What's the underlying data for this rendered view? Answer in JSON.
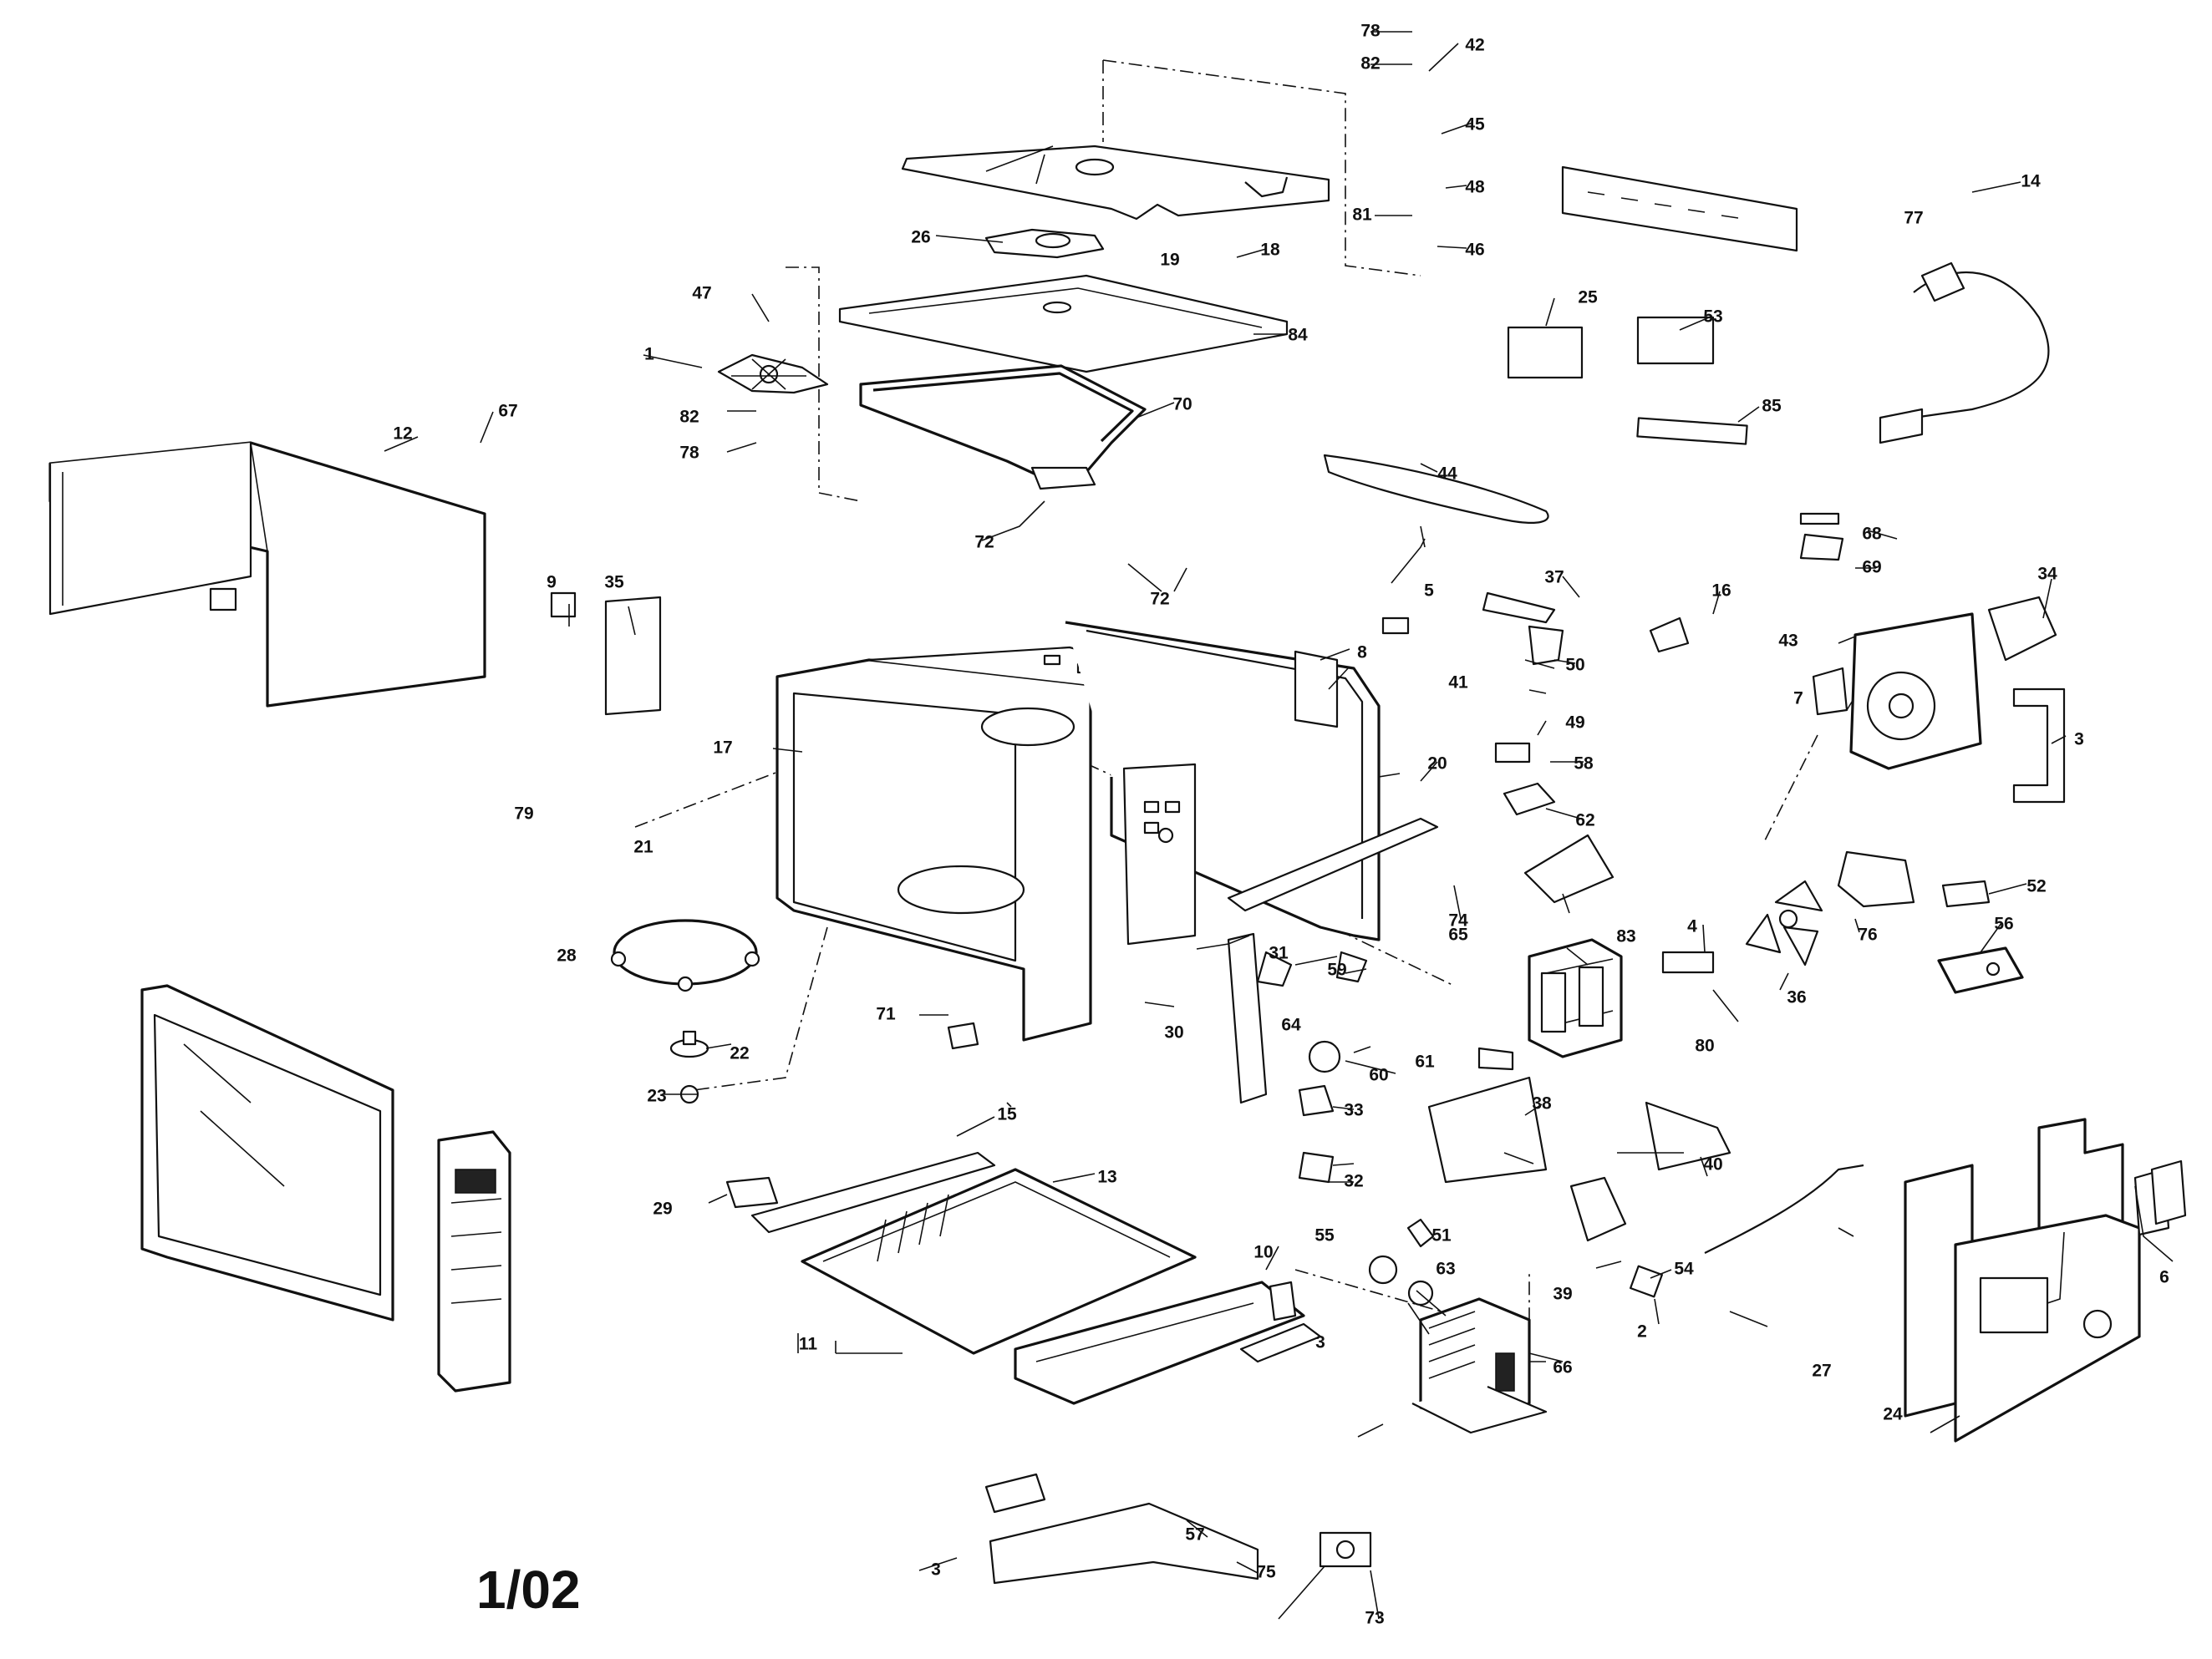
{
  "diagram": {
    "footer_label": "1/02",
    "callouts": [
      "78",
      "82",
      "42",
      "45",
      "48",
      "81",
      "46",
      "14",
      "77",
      "26",
      "18",
      "19",
      "47",
      "25",
      "53",
      "1",
      "84",
      "85",
      "82",
      "78",
      "70",
      "12",
      "67",
      "44",
      "72",
      "72",
      "5",
      "68",
      "69",
      "37",
      "16",
      "34",
      "9",
      "35",
      "43",
      "8",
      "50",
      "41",
      "49",
      "7",
      "3",
      "17",
      "58",
      "20",
      "62",
      "79",
      "21",
      "52",
      "74",
      "65",
      "28",
      "31",
      "59",
      "83",
      "4",
      "56",
      "76",
      "36",
      "30",
      "64",
      "60",
      "80",
      "22",
      "71",
      "61",
      "23",
      "33",
      "38",
      "40",
      "15",
      "13",
      "29",
      "32",
      "51",
      "55",
      "63",
      "54",
      "6",
      "39",
      "2",
      "10",
      "11",
      "3",
      "66",
      "27",
      "24",
      "3",
      "57",
      "75",
      "73"
    ]
  }
}
